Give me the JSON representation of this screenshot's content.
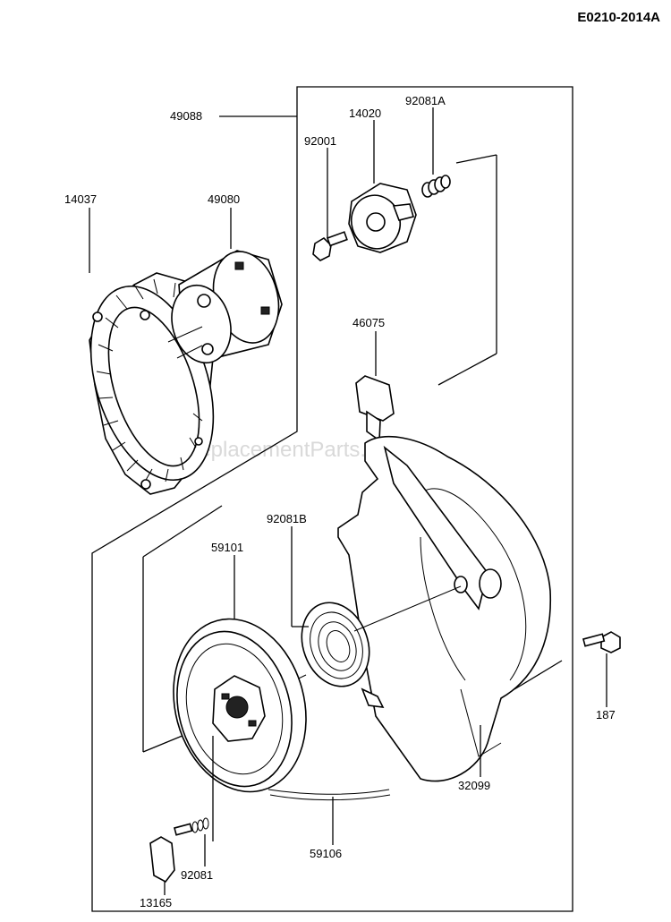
{
  "diagram_code": "E0210-2014A",
  "watermark": "ReplacementParts.com",
  "labels": {
    "p49088": "49088",
    "p14020": "14020",
    "p92081A": "92081A",
    "p92001": "92001",
    "p14037": "14037",
    "p49080": "49080",
    "p46075": "46075",
    "p92081B": "92081B",
    "p59101": "59101",
    "p187": "187",
    "p32099": "32099",
    "p59106": "59106",
    "p92081": "92081",
    "p13165": "13165"
  }
}
